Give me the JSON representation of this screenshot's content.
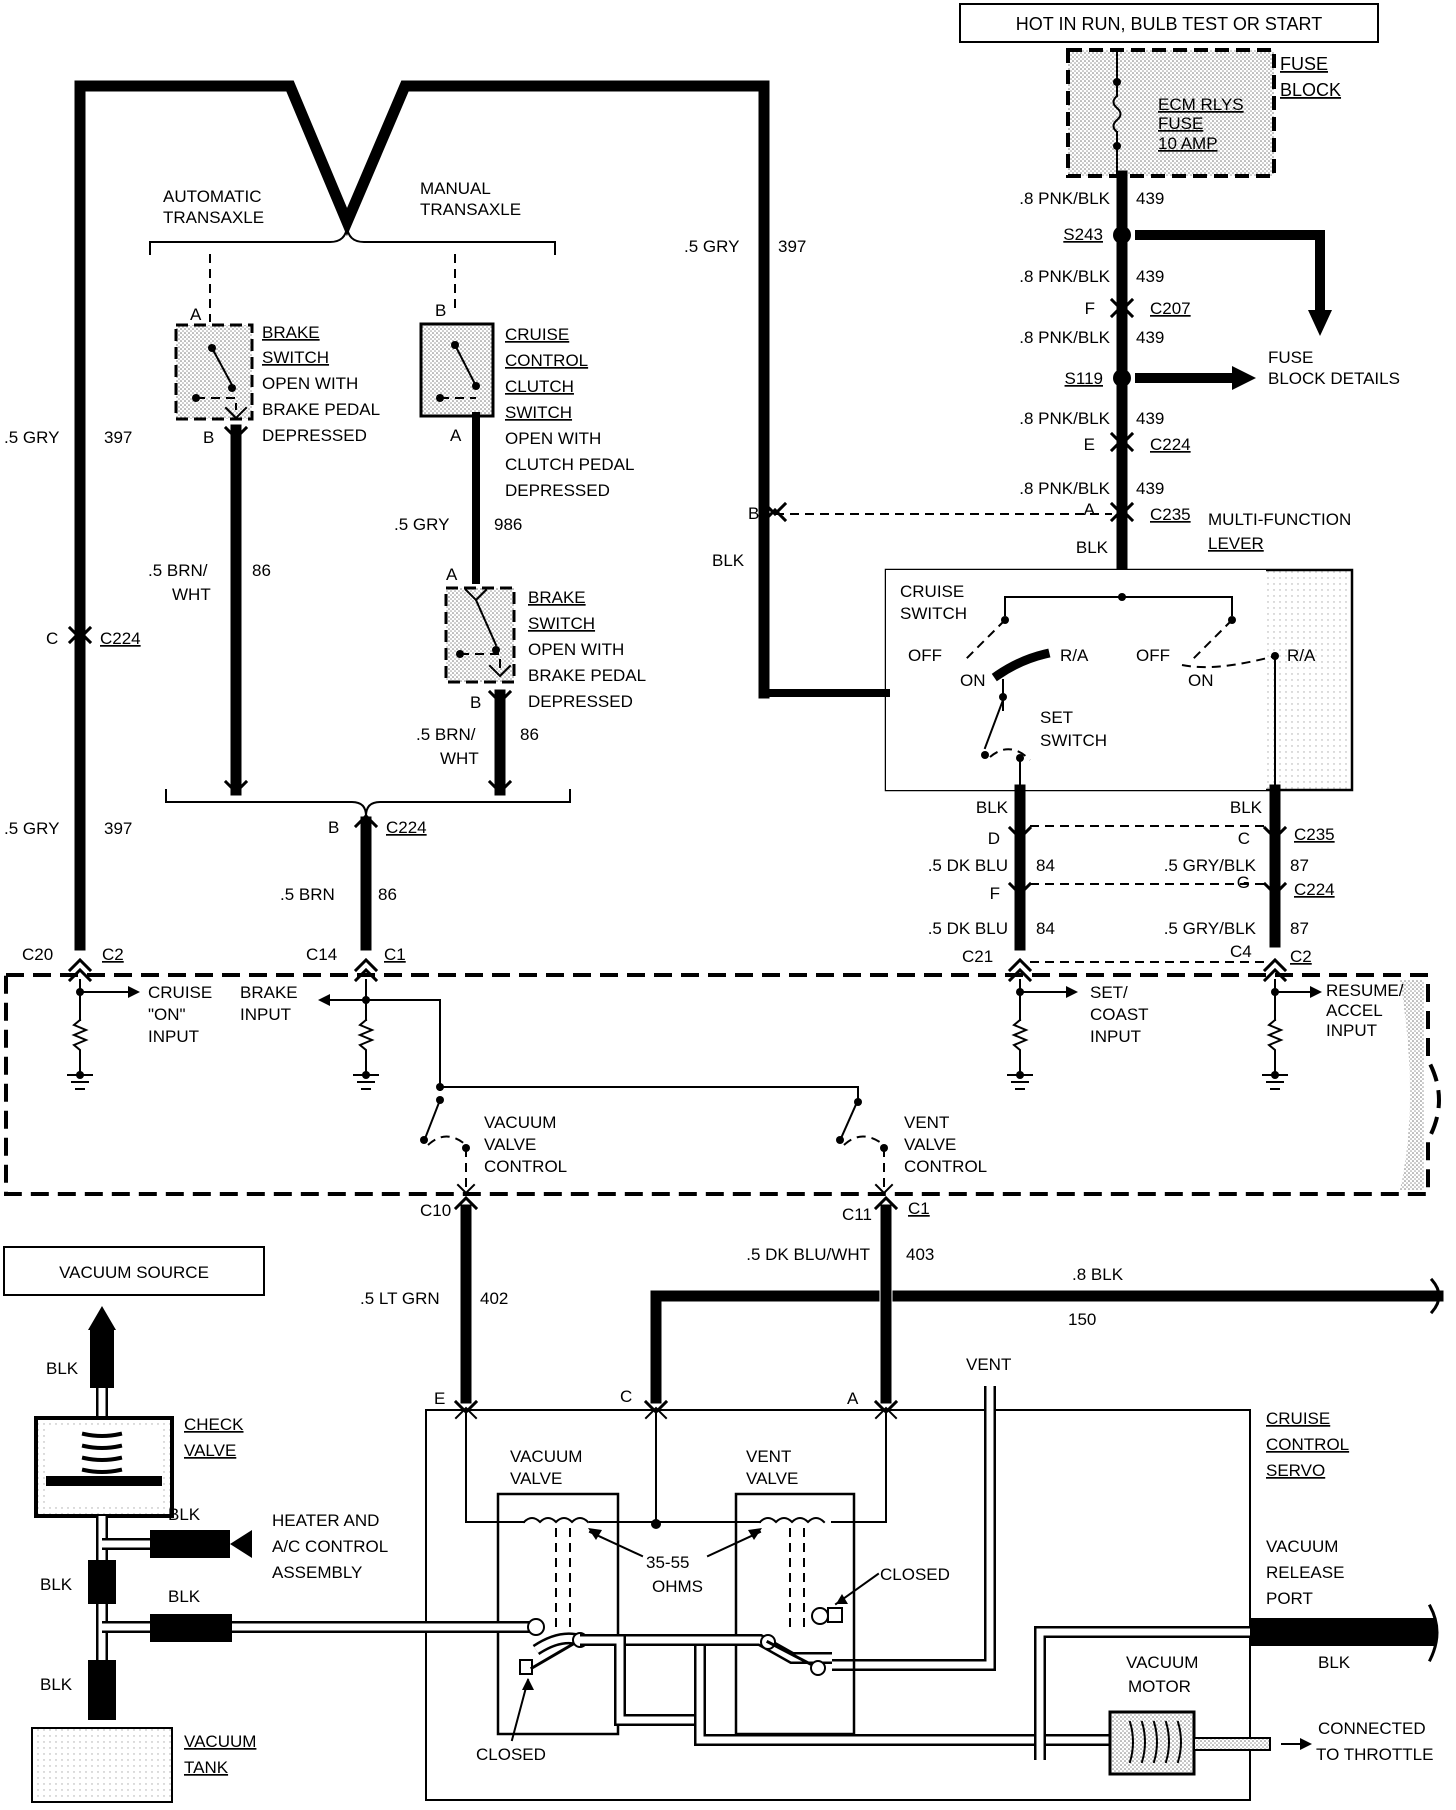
{
  "labels": {
    "hot_in_run": "HOT IN RUN, BULB TEST OR START",
    "fuse_block_1": "FUSE",
    "fuse_block_2": "BLOCK",
    "fuse_name_1": "ECM RLYS",
    "fuse_name_2": "FUSE",
    "fuse_rating": "10 AMP",
    "w_pnk_blk": ".8 PNK/BLK",
    "c_439": "439",
    "s243": "S243",
    "s119": "S119",
    "f": "F",
    "e": "E",
    "a": "A",
    "b": "B",
    "c": "C",
    "d": "D",
    "g": "G",
    "c207": "C207",
    "c224": "C224",
    "c235": "C235",
    "c2": "C2",
    "c1": "C1",
    "c20": "C20",
    "c14": "C14",
    "c21": "C21",
    "c4": "C4",
    "c10": "C10",
    "c11": "C11",
    "fuse_block_details_1": "FUSE",
    "fuse_block_details_2": "BLOCK DETAILS",
    "multi_function_1": "MULTI-FUNCTION",
    "multi_function_2": "LEVER",
    "blk": "BLK",
    "auto_trans_1": "AUTOMATIC",
    "auto_trans_2": "TRANSAXLE",
    "manual_trans_1": "MANUAL",
    "manual_trans_2": "TRANSAXLE",
    "w_5_gry": ".5 GRY",
    "c_397": "397",
    "c_986": "986",
    "w_5_brn_wht_1": ".5 BRN/",
    "w_5_brn_wht_2": "WHT",
    "c_86": "86",
    "w_5_brn": ".5 BRN",
    "brake_switch_1": "BRAKE",
    "brake_switch_2": "SWITCH",
    "open_with": "OPEN WITH",
    "brake_pedal": "BRAKE PEDAL",
    "depressed": "DEPRESSED",
    "cruise": "CRUISE",
    "control": "CONTROL",
    "clutch": "CLUTCH",
    "switch": "SWITCH",
    "clutch_pedal": "CLUTCH PEDAL",
    "cruise_switch_1": "CRUISE",
    "cruise_switch_2": "SWITCH",
    "off": "OFF",
    "on": "ON",
    "ra": "R/A",
    "set_switch_1": "SET",
    "set_switch_2": "SWITCH",
    "w_5_dk_blu": ".5 DK BLU",
    "c_84": "84",
    "w_5_gry_blk": ".5 GRY/BLK",
    "c_87": "87",
    "cruise_on_1": "CRUISE",
    "cruise_on_2": "\"ON\"",
    "cruise_on_3": "INPUT",
    "brake_input_1": "BRAKE",
    "brake_input_2": "INPUT",
    "set_coast_1": "SET/",
    "set_coast_2": "COAST",
    "set_coast_3": "INPUT",
    "resume_1": "RESUME/",
    "resume_2": "ACCEL",
    "resume_3": "INPUT",
    "vacuum": "VACUUM",
    "vent": "VENT",
    "valve": "VALVE",
    "vacuum_source": "VACUUM SOURCE",
    "w_5_lt_grn": ".5 LT GRN",
    "c_402": "402",
    "w_5_dk_blu_wht": ".5 DK BLU/WHT",
    "c_403": "403",
    "w_8_blk": ".8 BLK",
    "c_150": "150",
    "check_1": "CHECK",
    "check_2": "VALVE",
    "heater_1": "HEATER AND",
    "heater_2": "A/C CONTROL",
    "heater_3": "ASSEMBLY",
    "ohms_1": "35-55",
    "ohms_2": "OHMS",
    "closed": "CLOSED",
    "servo_1": "CRUISE",
    "servo_2": "CONTROL",
    "servo_3": "SERVO",
    "release_1": "VACUUM",
    "release_2": "RELEASE",
    "release_3": "PORT",
    "motor_1": "VACUUM",
    "motor_2": "MOTOR",
    "tank_1": "VACUUM",
    "tank_2": "TANK",
    "throttle_1": "CONNECTED",
    "throttle_2": "TO THROTTLE"
  }
}
